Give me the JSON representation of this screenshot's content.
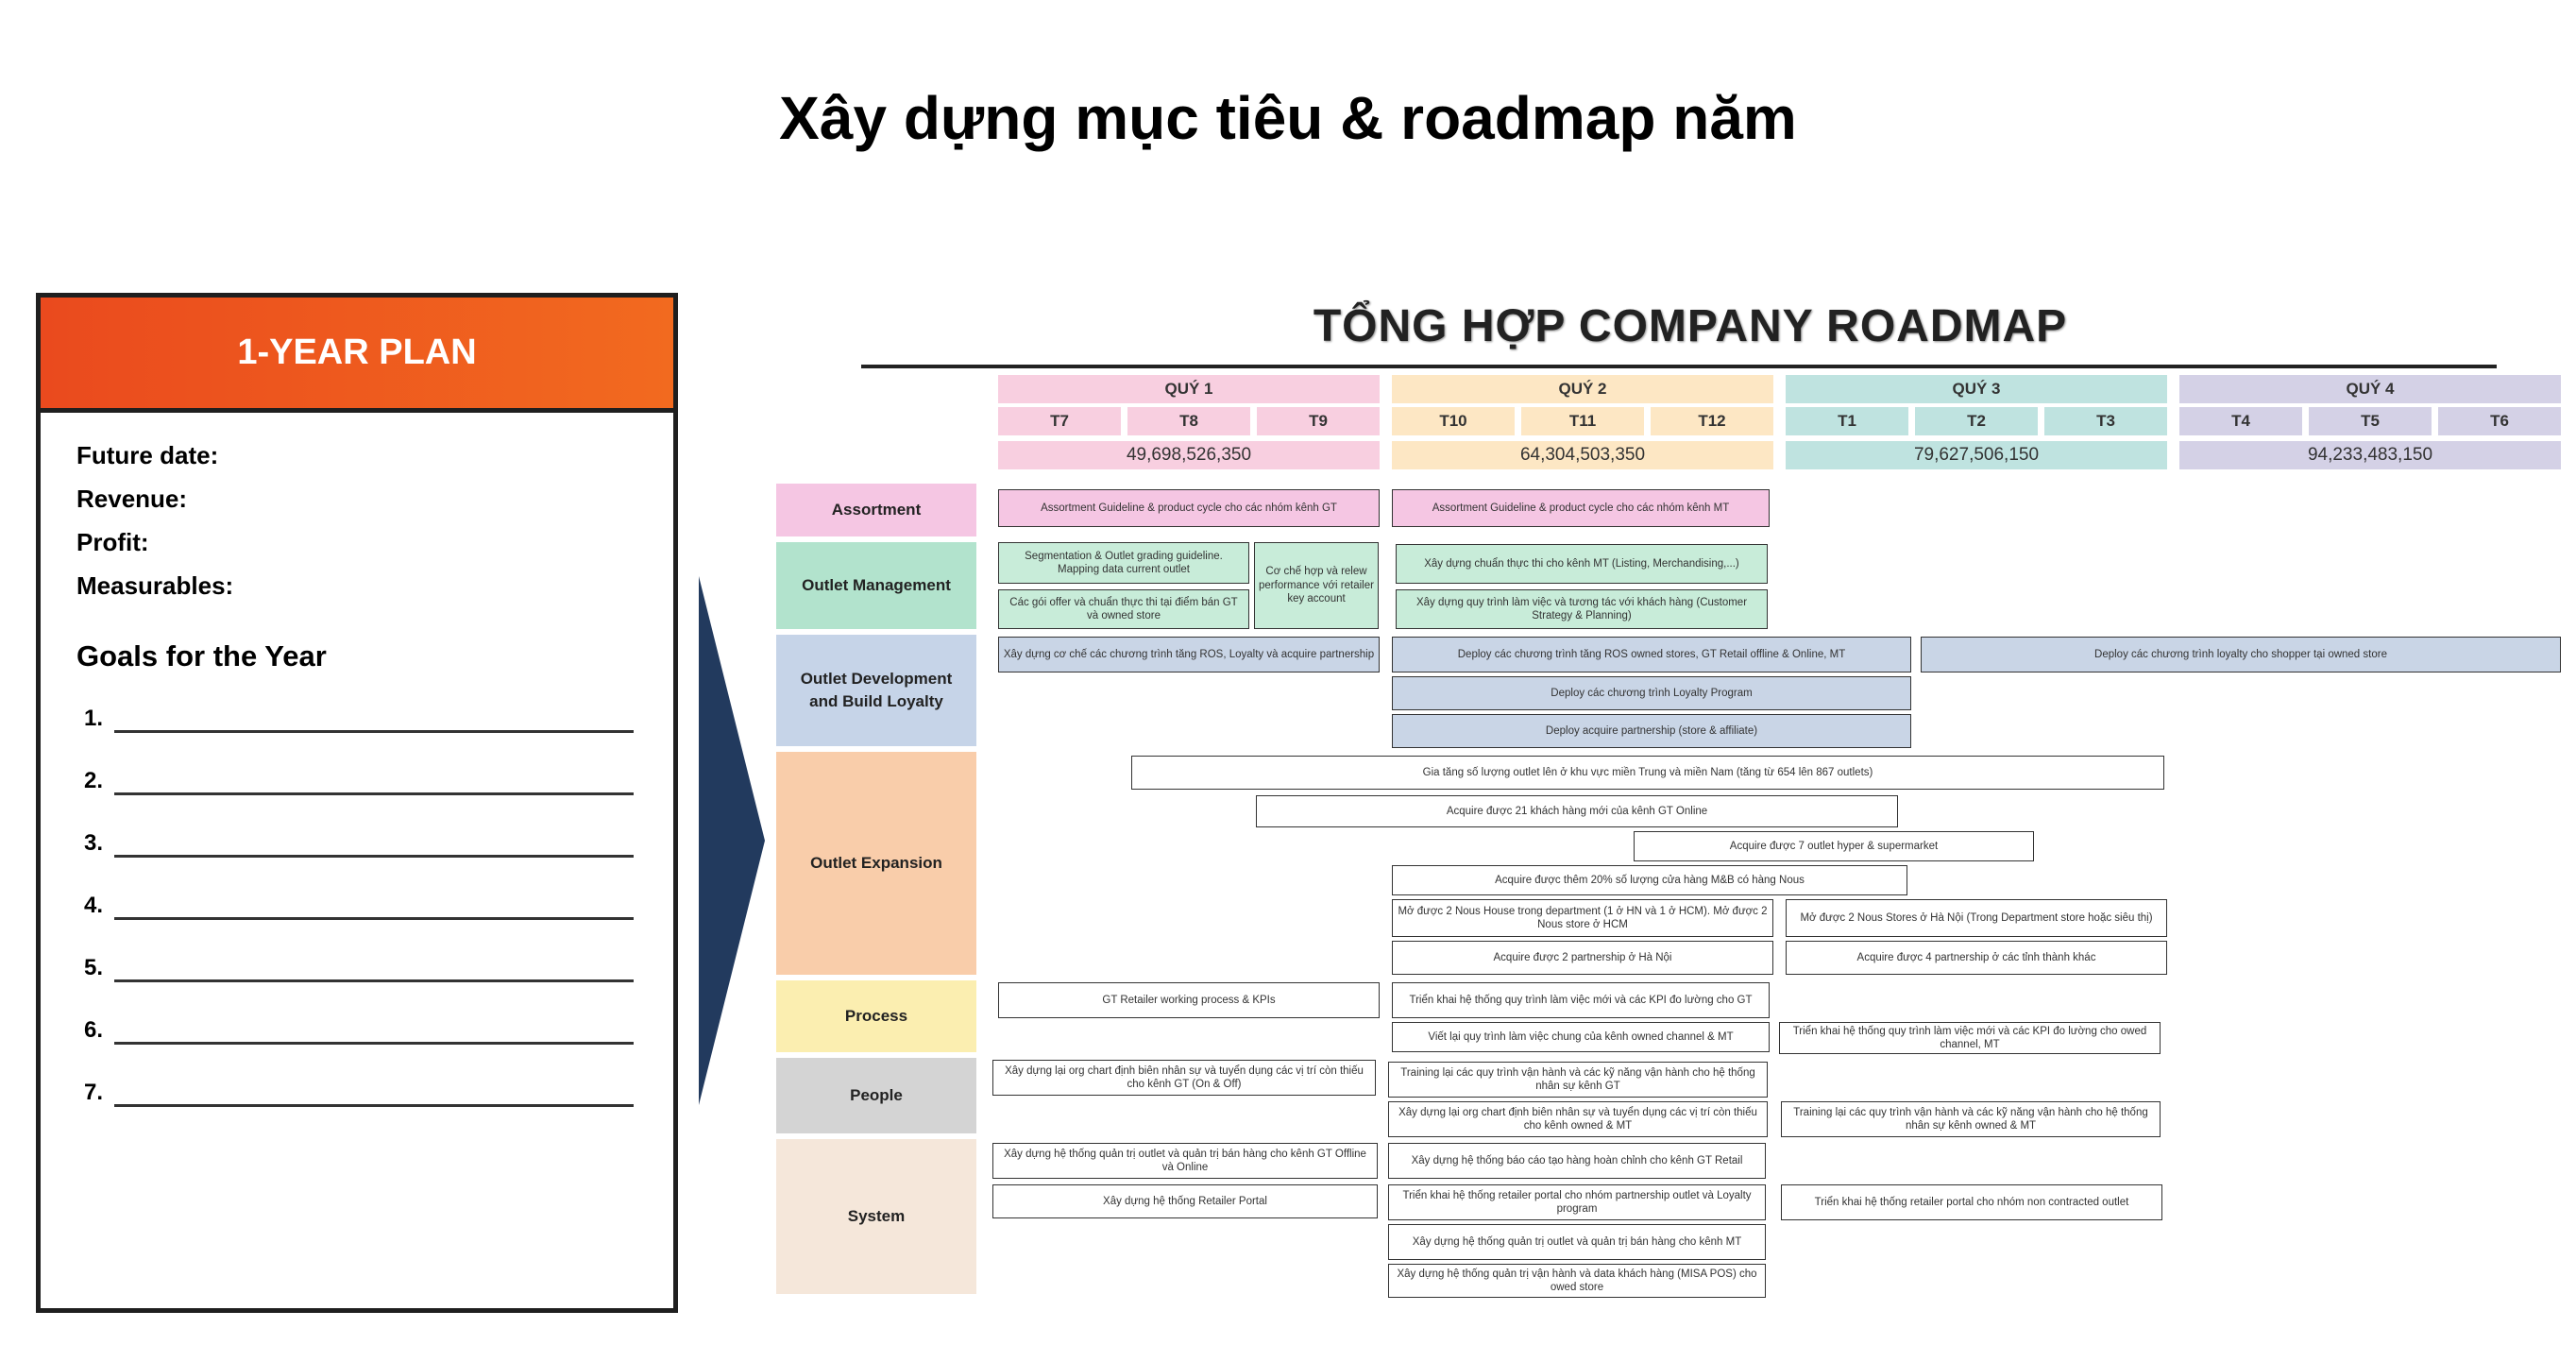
{
  "page": {
    "title": "Xây dựng mục tiêu & roadmap năm"
  },
  "plan": {
    "header": "1-YEAR PLAN",
    "fields": [
      "Future date:",
      "Revenue:",
      "Profit:",
      "Measurables:"
    ],
    "goals_title": "Goals for the Year",
    "goal_numbers": [
      "1.",
      "2.",
      "3.",
      "4.",
      "5.",
      "6.",
      "7."
    ]
  },
  "colors": {
    "plan_header": "#ea4a1e",
    "arrow": "#223a5e"
  },
  "roadmap": {
    "title": "TỔNG HỢP COMPANY ROADMAP",
    "quarters": [
      "QUÝ 1",
      "QUÝ 2",
      "QUÝ 3",
      "QUÝ 4"
    ],
    "months": [
      "T7",
      "T8",
      "T9",
      "T10",
      "T11",
      "T12",
      "T1",
      "T2",
      "T3",
      "T4",
      "T5",
      "T6"
    ],
    "revenues": [
      "49,698,526,350",
      "64,304,503,350",
      "79,627,506,150",
      "94,233,483,150"
    ],
    "categories": [
      "Assortment",
      "Outlet Management",
      "Outlet Development and Build Loyalty",
      "Outlet Expansion",
      "Process",
      "People",
      "System"
    ],
    "tasks": [
      "Assortment Guideline & product cycle cho các nhóm kênh GT",
      "Assortment Guideline & product cycle cho các nhóm kênh MT",
      "Segmentation & Outlet grading guideline. Mapping data current outlet",
      "Cơ chế hợp và relew performance với retailer key account",
      "Xây dựng chuẩn thực thi cho kênh MT (Listing, Merchandising,...)",
      "Các gói offer và chuẩn thực thi tại điểm bán GT và owned store",
      "Xây dựng quy trình làm việc và tương tác với khách hàng (Customer Strategy & Planning)",
      "Xây dựng cơ chế các chương trình tăng ROS, Loyalty và acquire partnership",
      "Deploy các chương trình tăng ROS owned stores, GT Retail offline & Online, MT",
      "Deploy các chương trình loyalty cho shopper tại owned store",
      "Deploy các chương trình Loyalty Program",
      "Deploy acquire partnership (store & affiliate)",
      "Gia tăng số lượng outlet lên ở khu vực miền Trung và miền Nam (tăng từ 654 lên 867 outlets)",
      "Acquire được 21 khách hàng mới của kênh GT Online",
      "Acquire được 7 outlet hyper & supermarket",
      "Acquire được thêm 20% số lượng cửa hàng M&B có hàng Nous",
      "Mở được 2 Nous House trong department (1 ở HN và 1 ở HCM). Mở được 2 Nous store ở HCM",
      "Mở được 2 Nous Stores ở Hà Nội (Trong Department store hoặc siêu thị)",
      "Acquire được 2 partnership ở Hà Nội",
      "Acquire được 4 partnership ở các tỉnh thành khác",
      "GT Retailer working process & KPIs",
      "Triển khai hệ thống quy trình làm việc mới và các KPI đo lường cho GT",
      "Viết lại quy trình làm việc chung của kênh owned channel & MT",
      "Triển khai hệ thống quy trình làm việc mới và các KPI đo lường cho owed channel, MT",
      "Xây dựng lại org chart định biên nhân sự và tuyển dụng các vị trí còn thiếu cho kênh GT (On & Off)",
      "Training lại các quy trình vận hành và các kỹ năng vận hành cho hệ thống nhân sự kênh GT",
      "Xây dựng lại org chart định biên nhân sự và tuyển dụng các vị trí còn thiếu cho kênh owned & MT",
      "Training lại các quy trình vận hành và các kỹ năng vận hành cho hệ thống nhân sự kênh owned & MT",
      "Xây dựng hệ thống quản trị outlet và quản trị bán hàng cho kênh GT Offline và Online",
      "Xây dựng hệ thống báo cáo tạo hàng hoàn chỉnh cho kênh GT Retail",
      "Xây dựng hệ thống Retailer Portal",
      "Triển khai hệ thống retailer portal cho nhóm partnership outlet và Loyalty program",
      "Triển khai hệ thống retailer portal cho nhóm non contracted outlet",
      "Xây dựng hệ thống quản trị outlet và quản trị bán hàng cho kênh MT",
      "Xây dựng hệ thống quản trị vận hành và data khách hàng (MISA POS) cho owed store"
    ]
  }
}
